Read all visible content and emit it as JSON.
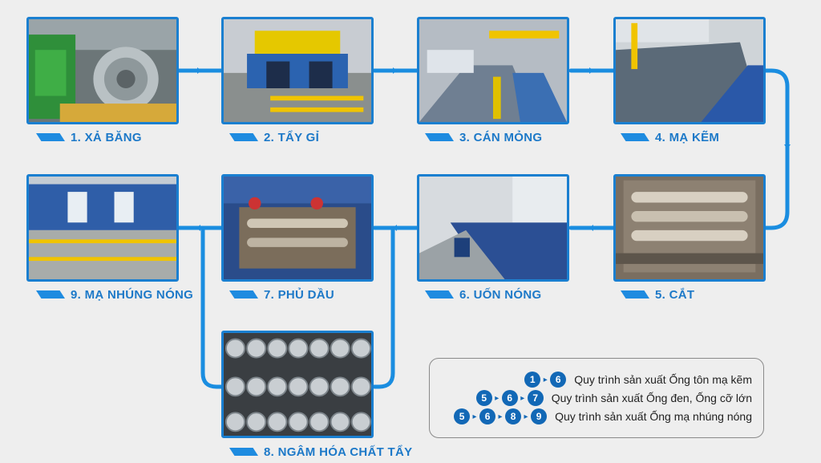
{
  "steps": [
    {
      "label": "1. XẢ BĂNG"
    },
    {
      "label": "2. TẨY GỈ"
    },
    {
      "label": "3. CÁN MỎNG"
    },
    {
      "label": "4. MẠ KẼM"
    },
    {
      "label": "5. CẮT"
    },
    {
      "label": "6. UỐN NÓNG"
    },
    {
      "label": "7. PHỦ DẦU"
    },
    {
      "label": "8. NGÂM HÓA CHẤT TẨY"
    },
    {
      "label": "9. MẠ NHÚNG NÓNG"
    }
  ],
  "legend": {
    "rows": [
      {
        "nums": [
          "1",
          "6"
        ],
        "text": "Quy trình sản xuất Ống tôn mạ kẽm"
      },
      {
        "nums": [
          "5",
          "6",
          "7"
        ],
        "text": "Quy trình sản xuất Ống đen, Ống cỡ lớn"
      },
      {
        "nums": [
          "5",
          "6",
          "8",
          "9"
        ],
        "text": "Quy trình sản xuất Ống mạ nhúng nóng"
      }
    ]
  },
  "colors": {
    "accent": "#1a7fd0",
    "label": "#1d79c8",
    "badge": "#1268b6",
    "background": "#eeeeee"
  }
}
